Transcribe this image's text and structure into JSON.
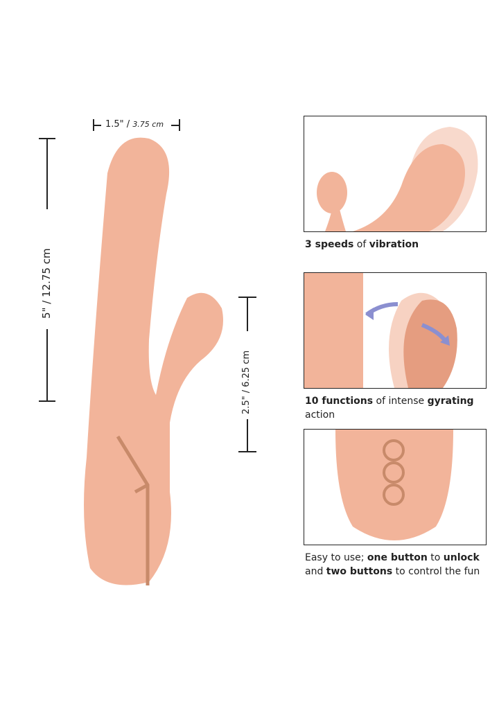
{
  "dimensions": {
    "width": {
      "imperial": "1.5\"",
      "sep": " / ",
      "metric": "3.75 cm"
    },
    "length": {
      "imperial": "5\"",
      "sep": " / ",
      "metric": "12.75 cm"
    },
    "arm": {
      "imperial": "2.5\"",
      "sep": " / ",
      "metric": "6.25 cm"
    }
  },
  "features": [
    {
      "parts": [
        {
          "t": "3 speeds",
          "b": true
        },
        {
          "t": " of ",
          "b": false
        },
        {
          "t": "vibration",
          "b": true
        }
      ]
    },
    {
      "parts": [
        {
          "t": "10 functions",
          "b": true
        },
        {
          "t": " of intense ",
          "b": false
        },
        {
          "t": "gyrating",
          "b": true
        },
        {
          "t": " action",
          "b": false
        }
      ]
    },
    {
      "parts": [
        {
          "t": "Easy to use; ",
          "b": false
        },
        {
          "t": "one button",
          "b": true
        },
        {
          "t": " to ",
          "b": false
        },
        {
          "t": "unlock",
          "b": true
        },
        {
          "t": " and ",
          "b": false
        },
        {
          "t": "two buttons",
          "b": true
        },
        {
          "t": " to control the fun",
          "b": false
        }
      ]
    }
  ],
  "colors": {
    "body": "#f2b49a",
    "shade": "#e59d80",
    "accent": "#c88a6a",
    "arrow": "#8b8fd0"
  }
}
